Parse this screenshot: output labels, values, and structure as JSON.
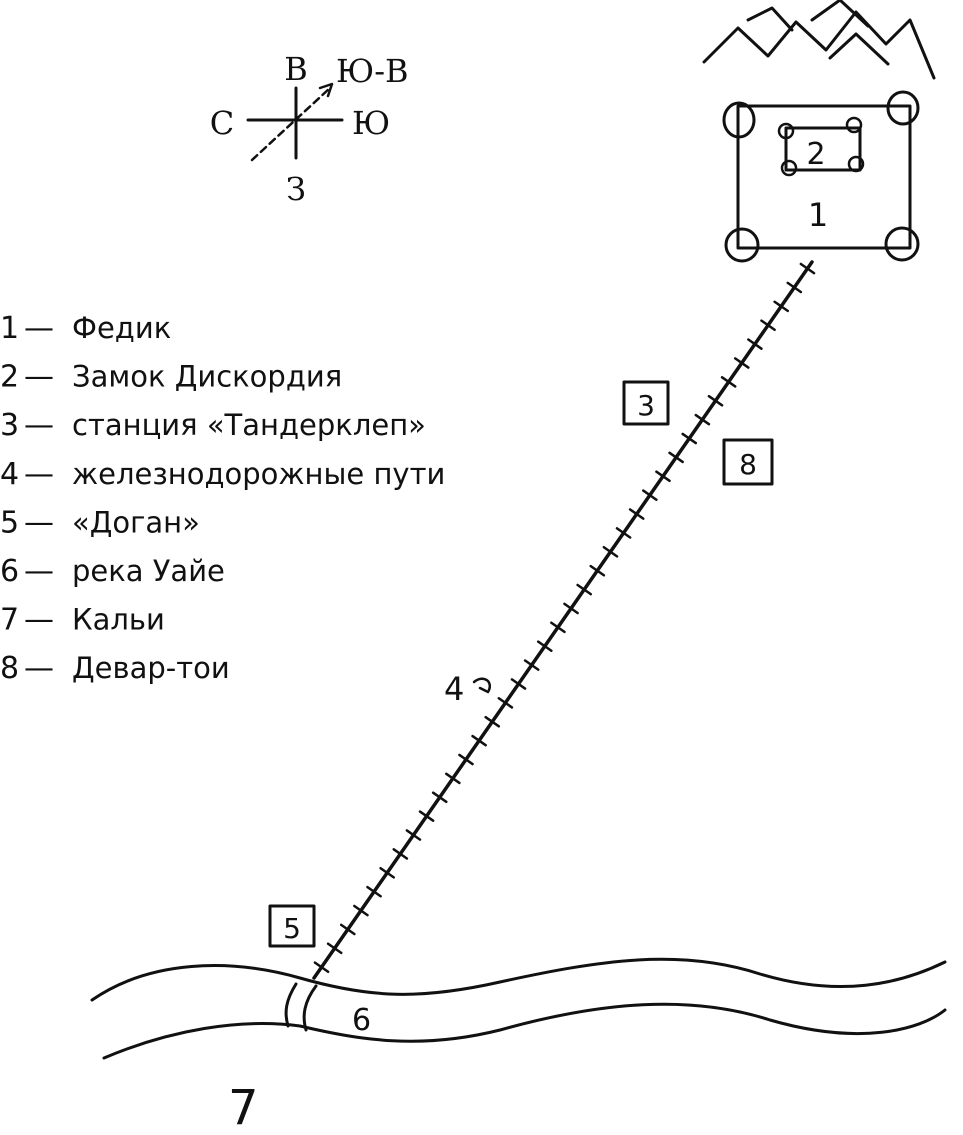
{
  "compass": {
    "north": "В",
    "northeast": "Ю-В",
    "west": "С",
    "east": "Ю",
    "south": "З"
  },
  "markers": {
    "m1": "1",
    "m2": "2",
    "m3": "3",
    "m4": "4",
    "m5": "5",
    "m6": "6",
    "m7": "7",
    "m8": "8"
  },
  "legend": [
    {
      "num": "1",
      "dash": "—",
      "text": "Федик"
    },
    {
      "num": "2",
      "dash": "—",
      "text": "Замок Дискордия"
    },
    {
      "num": "3",
      "dash": "—",
      "text": "станция «Тандерклеп»"
    },
    {
      "num": "4",
      "dash": "—",
      "text": "железнодорожные пути"
    },
    {
      "num": "5",
      "dash": "—",
      "text": "«Доган»"
    },
    {
      "num": "6",
      "dash": "—",
      "text": "река Уайе"
    },
    {
      "num": "7",
      "dash": "—",
      "text": "Кальи"
    },
    {
      "num": "8",
      "dash": "—",
      "text": "Девар-тои"
    }
  ],
  "colors": {
    "ink": "#111111",
    "paper": "#ffffff"
  }
}
